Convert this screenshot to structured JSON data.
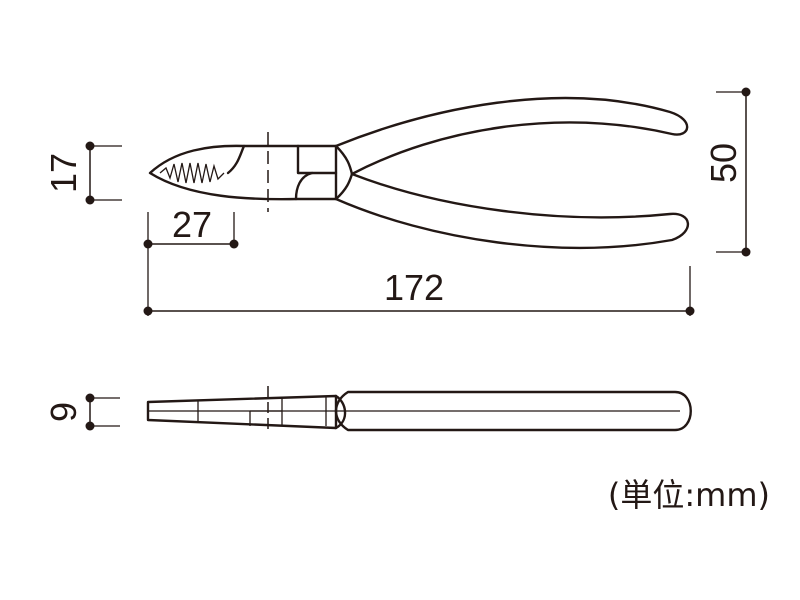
{
  "dimensions": {
    "jaw_height": "17",
    "jaw_length": "27",
    "total_length": "172",
    "handle_spread": "50",
    "thickness": "9"
  },
  "unit_note": "(単位:mm)",
  "colors": {
    "line": "#231815",
    "background": "#ffffff"
  }
}
